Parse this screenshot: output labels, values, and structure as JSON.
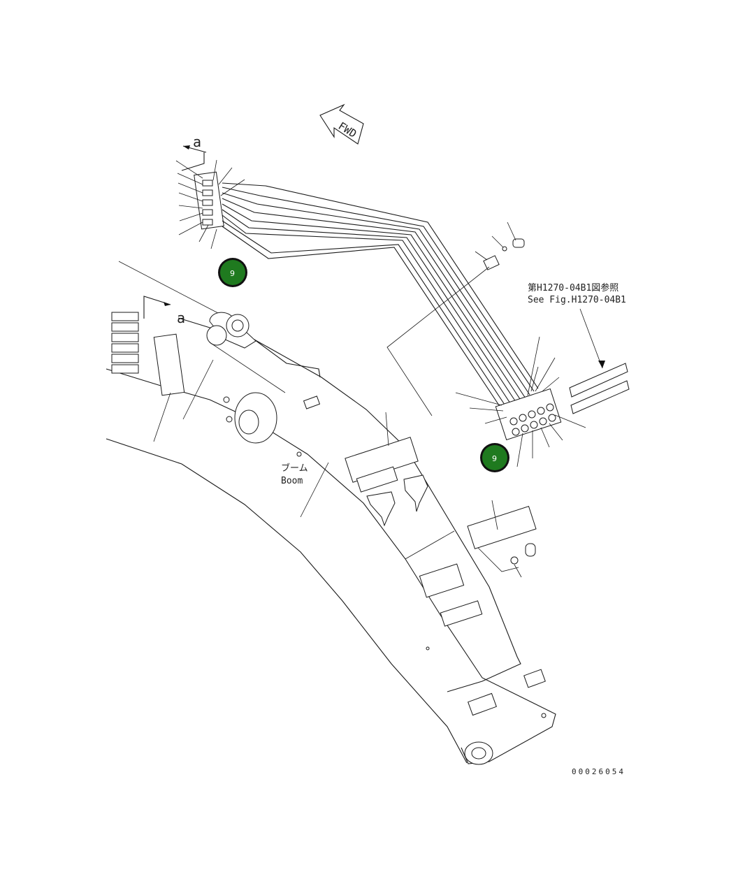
{
  "diagram": {
    "fwd_label": "FWD",
    "view_marker_top": "a",
    "view_marker_boom": "a",
    "ref_note_jp": "第H1270-04B1図参照",
    "ref_note_en": "See Fig.H1270-04B1",
    "boom_label_jp": "ブーム",
    "boom_label_en": "Boom",
    "drawing_number": "00026054",
    "callouts": [
      {
        "id": "callout-top",
        "number": "9"
      },
      {
        "id": "callout-right",
        "number": "9"
      }
    ],
    "callout_color": "#1f7a1f"
  }
}
